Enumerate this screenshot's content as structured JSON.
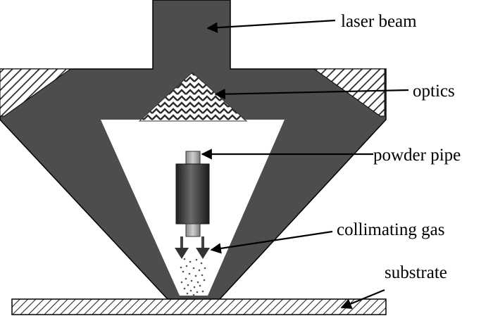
{
  "labels": {
    "laser_beam": "laser beam",
    "optics": "optics",
    "powder_pipe": "powder pipe",
    "collimating_gas": "collimating gas",
    "substrate": "substrate"
  },
  "colors": {
    "nozzle_body": "#4d4d4d",
    "hatch": "#2b2b2b",
    "background": "#ffffff",
    "arrow": "#000000"
  }
}
